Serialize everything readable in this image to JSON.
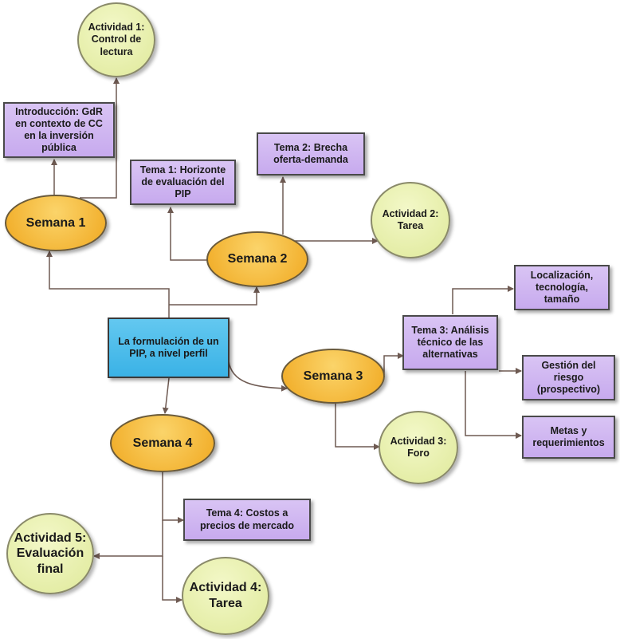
{
  "diagram": {
    "center": "La formulación de un PIP, a nivel perfil",
    "semanas": {
      "s1": "Semana 1",
      "s2": "Semana 2",
      "s3": "Semana 3",
      "s4": "Semana 4"
    },
    "temas": {
      "intro": "Introducción: GdR\nen contexto de CC\nen la inversión\npública",
      "t1": "Tema 1: Horizonte\nde evaluación del\nPIP",
      "t2": "Tema 2: Brecha\noferta-demanda",
      "t3": "Tema 3: Análisis\ntécnico de las\nalternativas",
      "t4": "Tema 4: Costos a\nprecios de mercado"
    },
    "subtemas": {
      "loc": "Localización,\ntecnología,\ntamaño",
      "riesgo": "Gestión del\nriesgo\n(prospectivo)",
      "metas": "Metas y\nrequerimientos"
    },
    "actividades": {
      "a1": "Actividad 1:\nControl de\nlectura",
      "a2": "Actividad 2:\nTarea",
      "a3": "Actividad 3:\nForo",
      "a4": "Actividad 4:\nTarea",
      "a5": "Actividad 5:\nEvaluación\nfinal"
    },
    "colors": {
      "tema_fill": "#c7aaee",
      "semana_fill": "#f0a820",
      "actividad_fill": "#dfe99a",
      "center_fill": "#3ab2e6",
      "connector": "#6e5a52"
    }
  }
}
